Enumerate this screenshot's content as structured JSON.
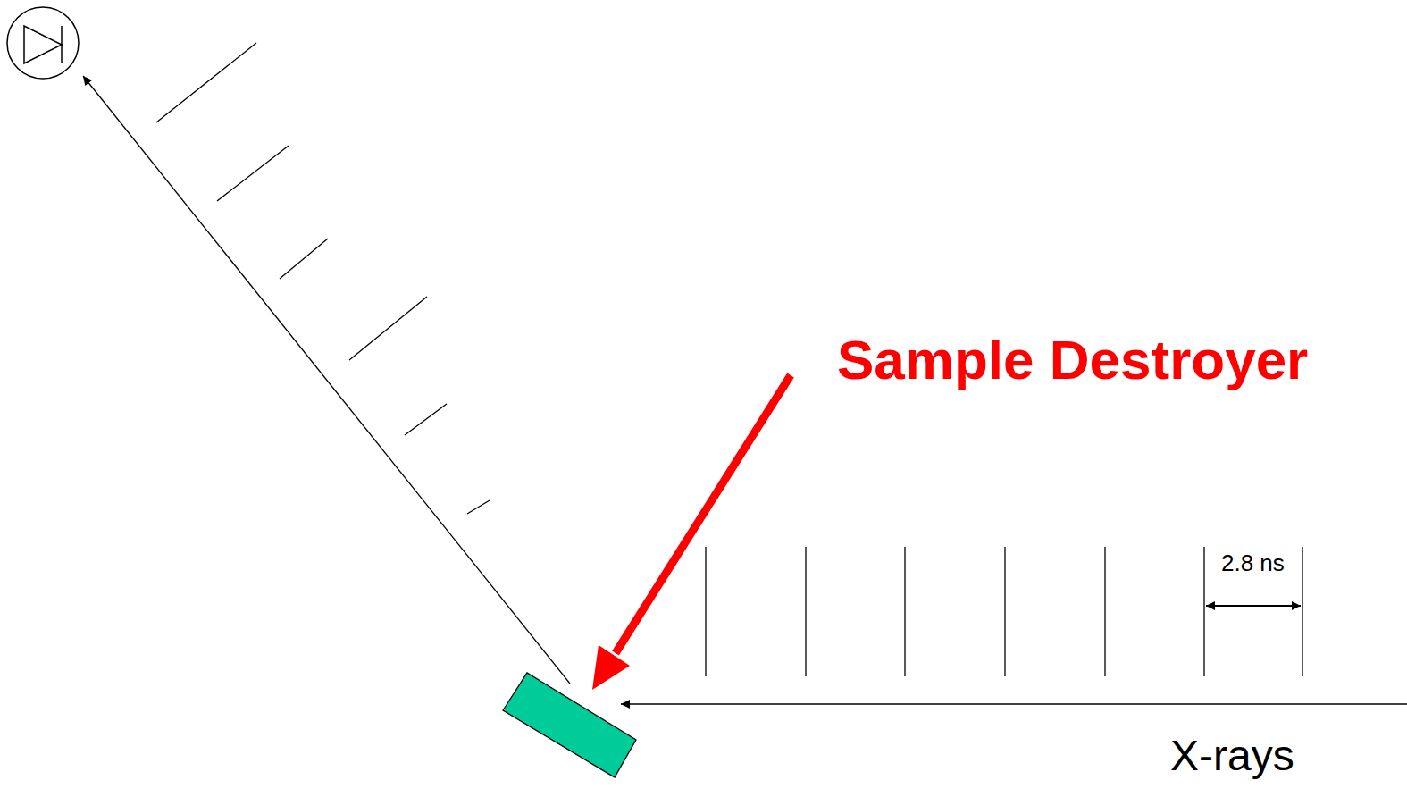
{
  "diagram": {
    "labels": [
      "Sample Destroyer",
      "2.8 ns",
      "X-rays"
    ]
  }
}
